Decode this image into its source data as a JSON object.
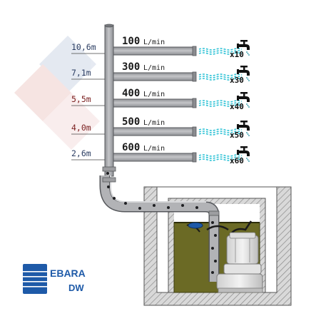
{
  "levels": [
    {
      "height": "10,6m",
      "flow": "100",
      "unit": "L/min",
      "taps": "x10",
      "height_color": "#2c3e63"
    },
    {
      "height": "7,1m",
      "flow": "300",
      "unit": "L/min",
      "taps": "x30",
      "height_color": "#2c3e63"
    },
    {
      "height": "5,5m",
      "flow": "400",
      "unit": "L/min",
      "taps": "x40",
      "height_color": "#7a1f1f"
    },
    {
      "height": "4,0m",
      "flow": "500",
      "unit": "L/min",
      "taps": "x50",
      "height_color": "#7a1f1f"
    },
    {
      "height": "2,6m",
      "flow": "600",
      "unit": "L/min",
      "taps": "x60",
      "height_color": "#2c3e63"
    }
  ],
  "brand": {
    "name": "EBARA",
    "model": "DW",
    "color": "#1e5aa8"
  },
  "colors": {
    "pipe": "#a9aaad",
    "pipe_edge": "#55575b",
    "water": "#6b6a25",
    "spray": "#30c3d6",
    "concrete": "#d4d4d4"
  }
}
